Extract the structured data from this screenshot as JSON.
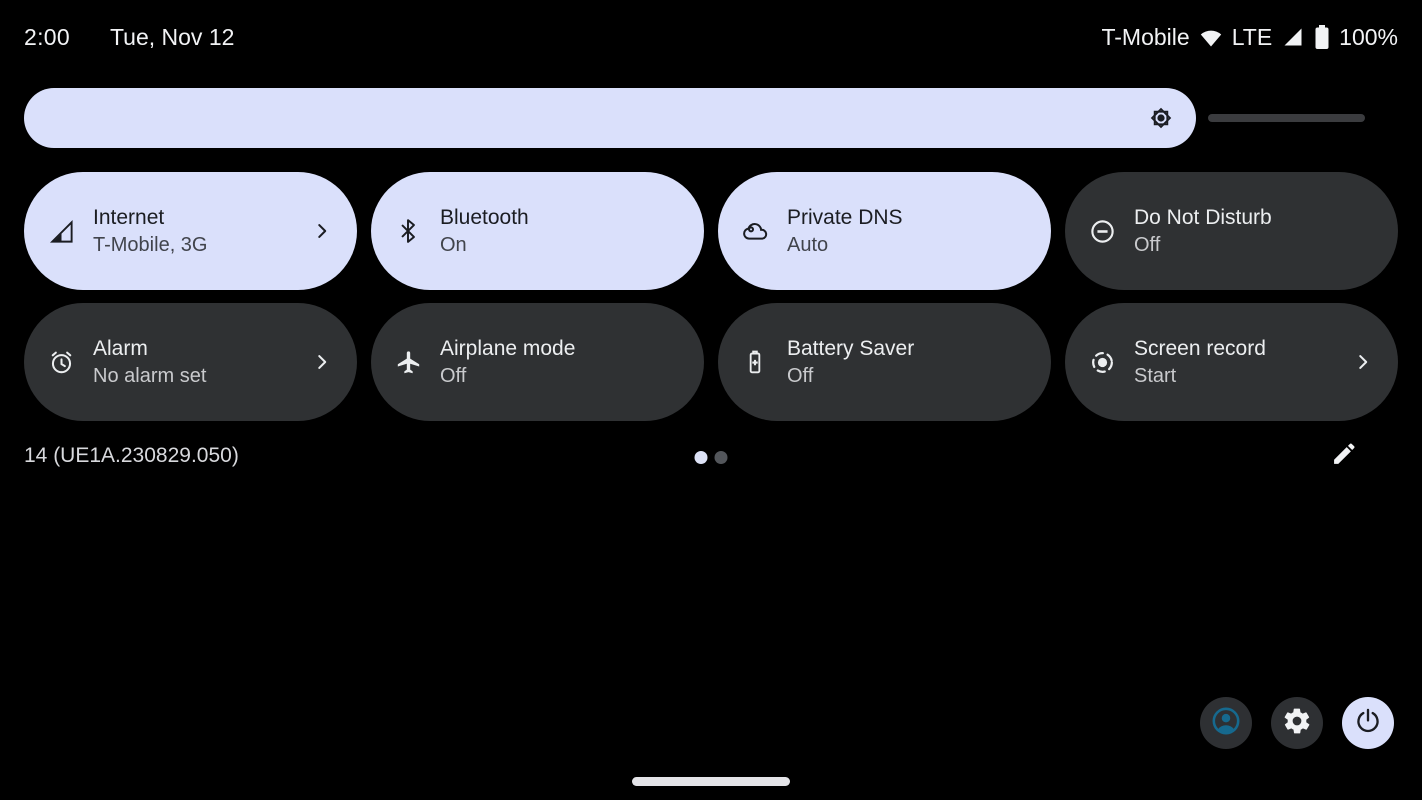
{
  "status_bar": {
    "time": "2:00",
    "date": "Tue, Nov 12",
    "carrier": "T-Mobile",
    "network_type": "LTE",
    "battery_level": "100%",
    "icons": [
      "wifi-icon",
      "cellular-signal-icon",
      "battery-icon"
    ]
  },
  "brightness": {
    "icon": "brightness-icon",
    "fill_fraction": 0.87
  },
  "tiles": [
    {
      "label": "Internet",
      "status": "T-Mobile, 3G",
      "active": true,
      "icon": "cellular-signal-icon",
      "chevron": true
    },
    {
      "label": "Bluetooth",
      "status": "On",
      "active": true,
      "icon": "bluetooth-icon",
      "chevron": false
    },
    {
      "label": "Private DNS",
      "status": "Auto",
      "active": true,
      "icon": "cloud-icon",
      "chevron": false
    },
    {
      "label": "Do Not Disturb",
      "status": "Off",
      "active": false,
      "icon": "do-not-disturb-icon",
      "chevron": false
    },
    {
      "label": "Alarm",
      "status": "No alarm set",
      "active": false,
      "icon": "alarm-clock-icon",
      "chevron": true
    },
    {
      "label": "Airplane mode",
      "status": "Off",
      "active": false,
      "icon": "airplane-icon",
      "chevron": false
    },
    {
      "label": "Battery Saver",
      "status": "Off",
      "active": false,
      "icon": "battery-saver-icon",
      "chevron": false
    },
    {
      "label": "Screen record",
      "status": "Start",
      "active": false,
      "icon": "screen-record-icon",
      "chevron": true
    }
  ],
  "footer": {
    "build_number": "14 (UE1A.230829.050)",
    "page_count": 2,
    "active_page": 1,
    "edit_icon": "pencil-icon"
  },
  "quick_actions": [
    {
      "name": "user-switcher",
      "icon": "person-icon"
    },
    {
      "name": "settings",
      "icon": "gear-icon"
    },
    {
      "name": "power",
      "icon": "power-icon"
    }
  ],
  "colors": {
    "accent_light": "#dae0fb",
    "tile_dark": "#2f3133",
    "background": "#000000",
    "avatar_teal": "#16698e"
  }
}
